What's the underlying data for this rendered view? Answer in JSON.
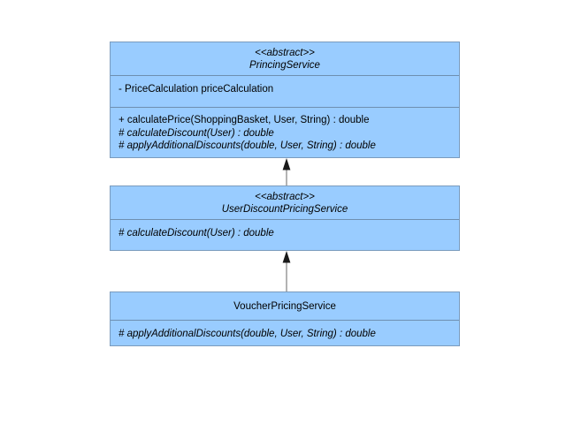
{
  "diagram": {
    "kind": "uml-class-diagram",
    "background_color": "#ffffff",
    "class_fill_color": "#99ccff",
    "class_border_color": "#7a9bbd",
    "divider_color": "#6e8fb0",
    "connector_color": "#808080",
    "arrowhead_color": "#1a1a1a",
    "text_color": "#000000"
  },
  "classes": [
    {
      "id": "pricing-service",
      "stereotype": "<<abstract>>",
      "name": "PrincingService",
      "is_abstract": true,
      "attributes": [
        {
          "text": "- PriceCalculation priceCalculation",
          "visibility": "private",
          "is_abstract": false
        }
      ],
      "operations": [
        {
          "text": "+ calculatePrice(ShoppingBasket, User, String) : double",
          "visibility": "public",
          "is_abstract": false
        },
        {
          "text": "# calculateDiscount(User) : double",
          "visibility": "protected",
          "is_abstract": true
        },
        {
          "text": "# applyAdditionalDiscounts(double, User, String) : double",
          "visibility": "protected",
          "is_abstract": true
        }
      ]
    },
    {
      "id": "user-discount-pricing-service",
      "stereotype": "<<abstract>>",
      "name": "UserDiscountPricingService",
      "is_abstract": true,
      "attributes": [],
      "operations": [
        {
          "text": "# calculateDiscount(User) : double",
          "visibility": "protected",
          "is_abstract": true
        }
      ]
    },
    {
      "id": "voucher-pricing-service",
      "stereotype": "",
      "name": "VoucherPricingService",
      "is_abstract": false,
      "attributes": [],
      "operations": [
        {
          "text": "# applyAdditionalDiscounts(double, User, String) : double",
          "visibility": "protected",
          "is_abstract": true
        }
      ]
    }
  ],
  "relationships": [
    {
      "id": "gen-user-discount-to-pricing",
      "type": "generalization",
      "source": "UserDiscountPricingService",
      "target": "PrincingService"
    },
    {
      "id": "gen-voucher-to-user-discount",
      "type": "generalization",
      "source": "VoucherPricingService",
      "target": "UserDiscountPricingService"
    }
  ]
}
